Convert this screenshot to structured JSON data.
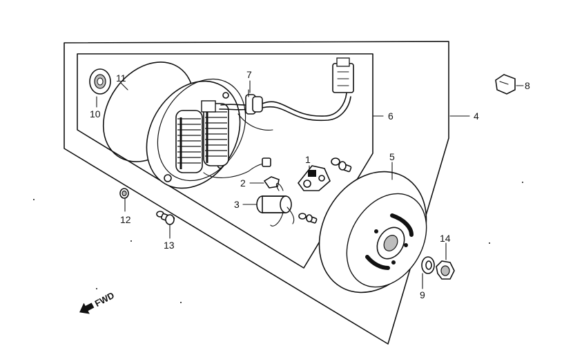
{
  "callouts": {
    "c1": "1",
    "c2": "2",
    "c3": "3",
    "c4": "4",
    "c5": "5",
    "c6": "6",
    "c7": "7",
    "c8": "8",
    "c9": "9",
    "c10": "10",
    "c11": "11",
    "c12": "12",
    "c13": "13",
    "c14": "14"
  },
  "direction_label": "FWD",
  "icons": {
    "direction_arrow": "fwd-arrow-icon"
  }
}
